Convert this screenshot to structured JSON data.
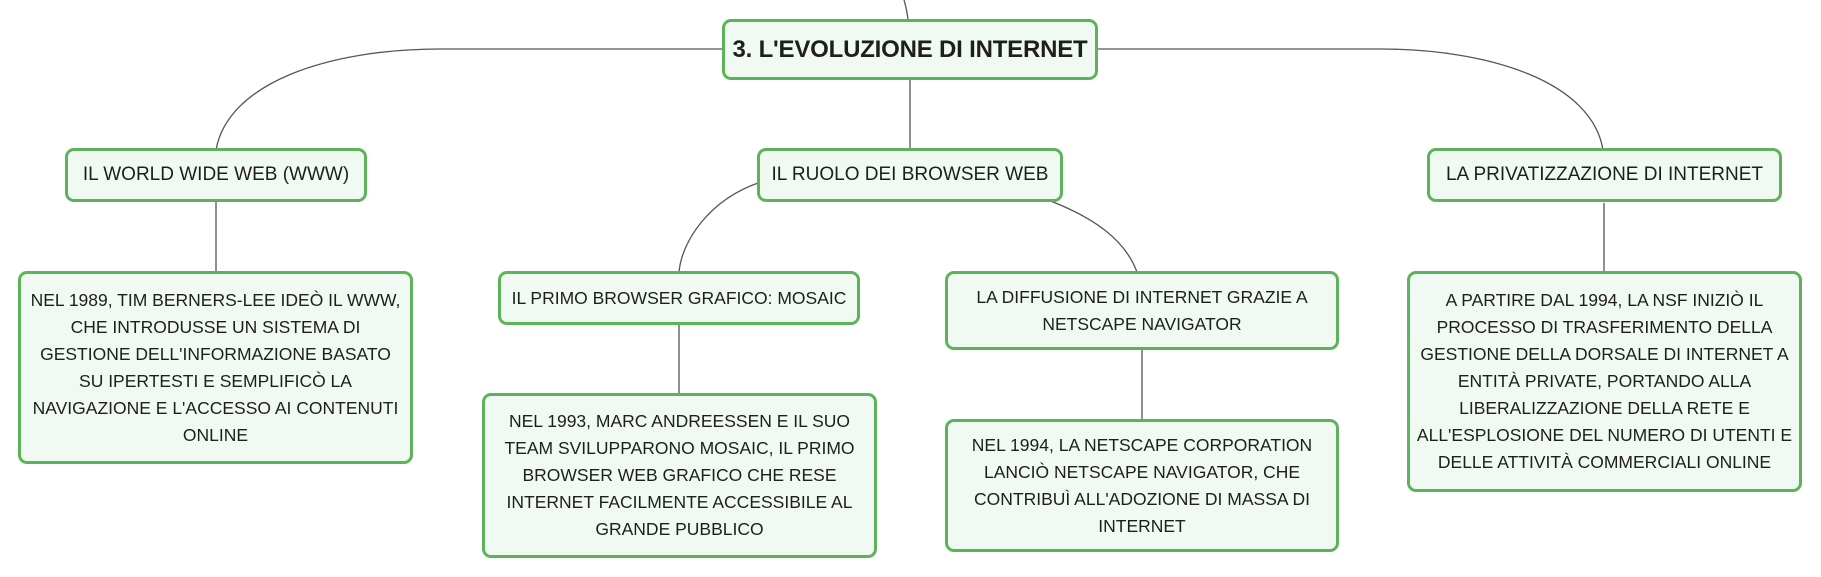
{
  "colors": {
    "border": "#5db35a",
    "fill": "#f1f9f3",
    "line": "#555555",
    "text": "#1e1e1e"
  },
  "root": {
    "label": "3. L'EVOLUZIONE DI INTERNET"
  },
  "branches": [
    {
      "label": "IL WORLD WIDE WEB (WWW)",
      "detail": "NEL 1989, TIM BERNERS-LEE IDEÒ IL WWW, CHE INTRODUSSE UN SISTEMA DI GESTIONE DELL'INFORMAZIONE BASATO SU IPERTESTI E SEMPLIFICÒ LA NAVIGAZIONE E L'ACCESSO AI CONTENUTI ONLINE"
    },
    {
      "label": "IL RUOLO DEI BROWSER WEB",
      "children": [
        {
          "label": "IL PRIMO BROWSER GRAFICO: MOSAIC",
          "detail": "NEL 1993, MARC ANDREESSEN E IL SUO TEAM SVILUPPARONO MOSAIC, IL PRIMO BROWSER WEB GRAFICO CHE RESE INTERNET FACILMENTE ACCESSIBILE AL GRANDE PUBBLICO"
        },
        {
          "label": "LA DIFFUSIONE DI INTERNET GRAZIE A NETSCAPE NAVIGATOR",
          "detail": "NEL 1994, LA NETSCAPE CORPORATION LANCIÒ NETSCAPE NAVIGATOR, CHE CONTRIBUÌ ALL'ADOZIONE DI MASSA DI INTERNET"
        }
      ]
    },
    {
      "label": "LA PRIVATIZZAZIONE DI INTERNET",
      "detail": "A PARTIRE DAL 1994, LA NSF INIZIÒ IL PROCESSO DI TRASFERIMENTO DELLA GESTIONE DELLA DORSALE DI INTERNET A ENTITÀ PRIVATE, PORTANDO ALLA LIBERALIZZAZIONE DELLA RETE E ALL'ESPLOSIONE DEL NUMERO DI UTENTI E DELLE ATTIVITÀ COMMERCIALI ONLINE"
    }
  ]
}
